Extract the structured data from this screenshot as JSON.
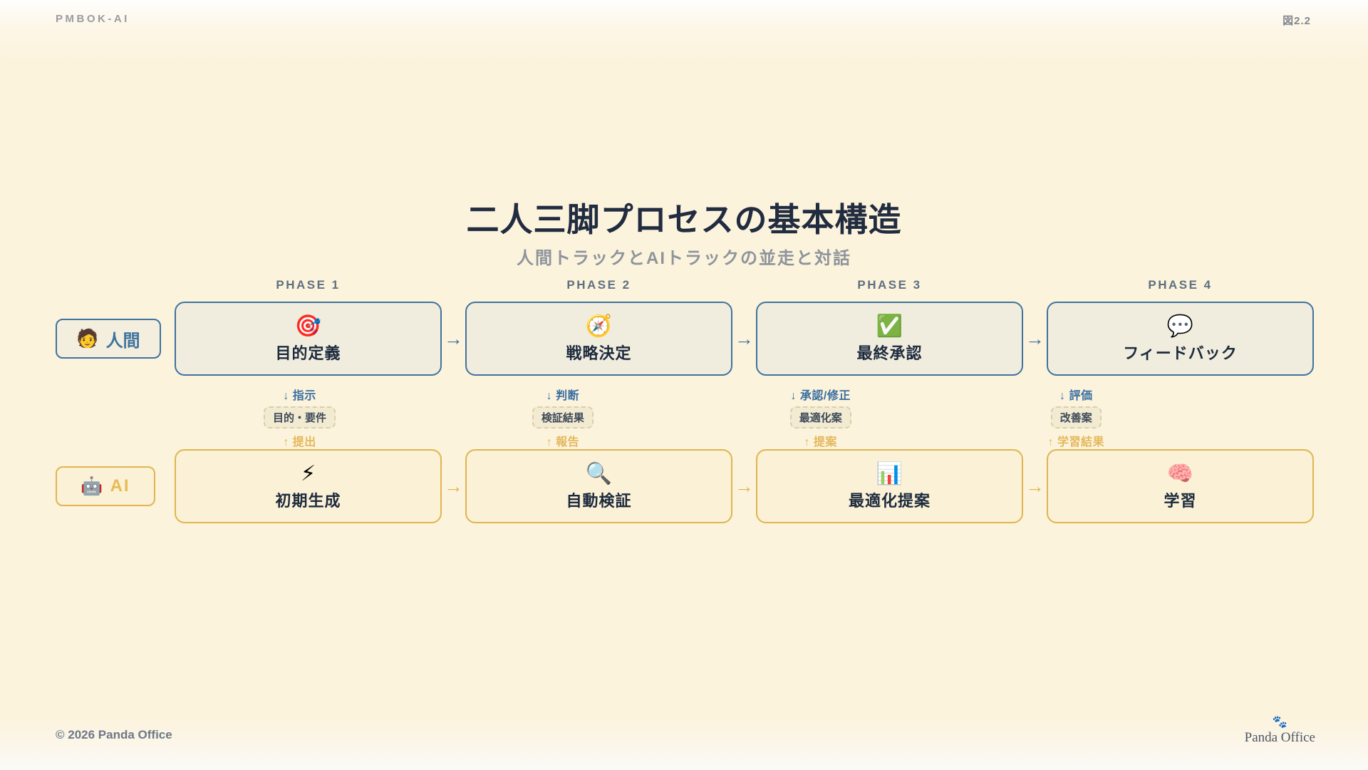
{
  "header": {
    "brand": "PMBOK-AI",
    "figure_label": "図2.2"
  },
  "title": "二人三脚プロセスの基本構造",
  "subtitle": "人間トラックとAIトラックの並走と対話",
  "phases": [
    "PHASE 1",
    "PHASE 2",
    "PHASE 3",
    "PHASE 4"
  ],
  "flow_arrow": "→",
  "human_track": {
    "icon": "🧑",
    "label": "人間",
    "steps": [
      {
        "icon": "🎯",
        "label": "目的定義"
      },
      {
        "icon": "🧭",
        "label": "戦略決定"
      },
      {
        "icon": "✅",
        "label": "最終承認"
      },
      {
        "icon": "💬",
        "label": "フィードバック"
      }
    ]
  },
  "ai_track": {
    "icon": "🤖",
    "label": "AI",
    "steps": [
      {
        "icon": "⚡",
        "label": "初期生成"
      },
      {
        "icon": "🔍",
        "label": "自動検証"
      },
      {
        "icon": "📊",
        "label": "最適化提案"
      },
      {
        "icon": "🧠",
        "label": "学習"
      }
    ]
  },
  "exchanges": [
    {
      "down": "↓ 指示",
      "artifact": "目的・要件",
      "up": "↑ 提出"
    },
    {
      "down": "↓ 判断",
      "artifact": "検証結果",
      "up": "↑ 報告"
    },
    {
      "down": "↓ 承認/修正",
      "artifact": "最適化案",
      "up": "↑ 提案"
    },
    {
      "down": "↓ 評価",
      "artifact": "改善案",
      "up": "↑ 学習結果"
    }
  ],
  "footer": {
    "copyright": "© 2026 Panda Office",
    "logo_icon": "🐾",
    "logo_text": "Panda Office"
  },
  "colors": {
    "background": "#fcf3dc",
    "human_accent": "#3f739e",
    "ai_accent": "#e0b551",
    "title_text": "#212c40",
    "muted_text": "#8e949c"
  }
}
